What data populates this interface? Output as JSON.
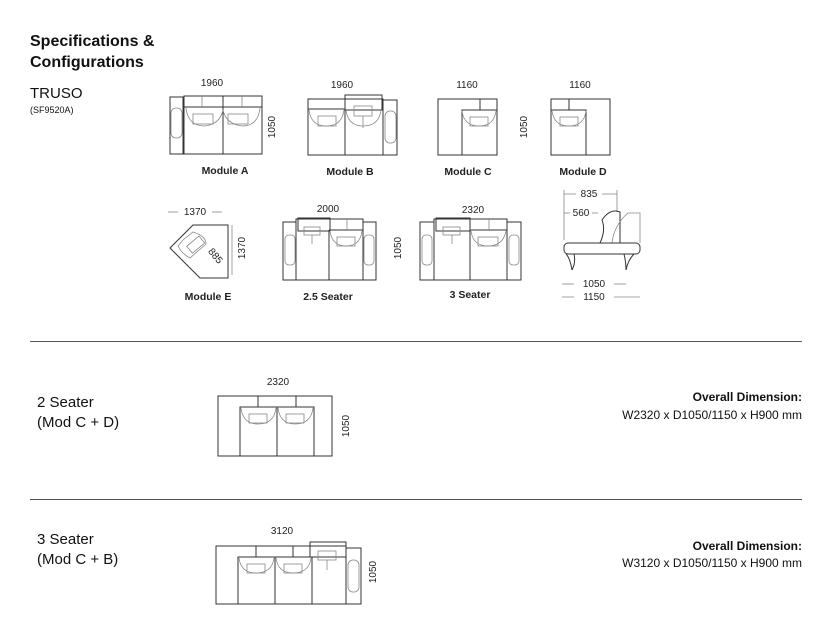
{
  "header": {
    "title_line1": "Specifications &",
    "title_line2": "Configurations"
  },
  "product": {
    "name": "TRUSO",
    "code": "(SF9520A)"
  },
  "modules": [
    {
      "label": "Module A",
      "width": "1960",
      "depth": "1050"
    },
    {
      "label": "Module B",
      "width": "1960"
    },
    {
      "label": "Module C",
      "width": "1160",
      "depth": "1050"
    },
    {
      "label": "Module D",
      "width": "1160"
    },
    {
      "label": "Module E",
      "width": "1370",
      "depth": "1370",
      "inner": "885"
    },
    {
      "label": "2.5 Seater",
      "width": "2000",
      "depth": "1050"
    },
    {
      "label": "3 Seater",
      "width": "2320"
    }
  ],
  "side_view": {
    "top": "835",
    "back": "560",
    "seat": "1050",
    "overall": "1150"
  },
  "configurations": [
    {
      "title": "2 Seater",
      "subtitle": "(Mod C + D)",
      "width": "2320",
      "depth": "1050",
      "overall_label": "Overall Dimension:",
      "overall_value": "W2320 x D1050/1150 x H900 mm"
    },
    {
      "title": "3 Seater",
      "subtitle": "(Mod C + B)",
      "width": "3120",
      "depth": "1050",
      "overall_label": "Overall Dimension:",
      "overall_value": "W3120 x D1050/1150 x H900 mm"
    }
  ]
}
